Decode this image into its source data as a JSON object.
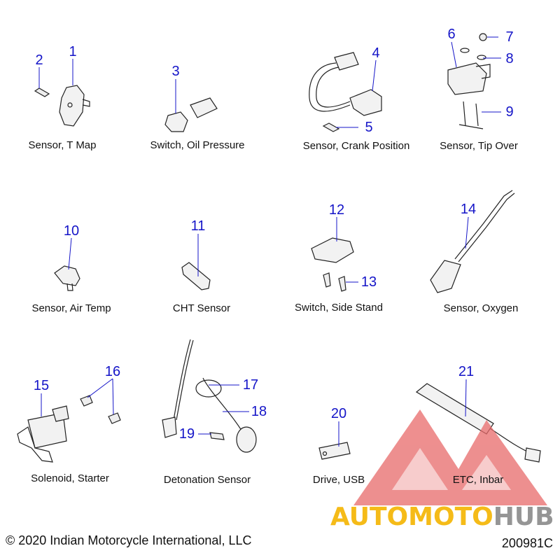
{
  "parts": [
    {
      "caption": "Sensor, T Map",
      "numbers": [
        "1",
        "2"
      ]
    },
    {
      "caption": "Switch, Oil Pressure",
      "numbers": [
        "3"
      ]
    },
    {
      "caption": "Sensor, Crank Position",
      "numbers": [
        "4",
        "5"
      ]
    },
    {
      "caption": "Sensor, Tip Over",
      "numbers": [
        "6",
        "7",
        "8",
        "9"
      ]
    },
    {
      "caption": "Sensor, Air Temp",
      "numbers": [
        "10"
      ]
    },
    {
      "caption": "CHT Sensor",
      "numbers": [
        "11"
      ]
    },
    {
      "caption": "Switch, Side Stand",
      "numbers": [
        "12",
        "13"
      ]
    },
    {
      "caption": "Sensor, Oxygen",
      "numbers": [
        "14"
      ]
    },
    {
      "caption": "Solenoid, Starter",
      "numbers": [
        "15",
        "16"
      ]
    },
    {
      "caption": "Detonation Sensor",
      "numbers": [
        "17",
        "18",
        "19"
      ]
    },
    {
      "caption": "Drive, USB",
      "numbers": [
        "20"
      ]
    },
    {
      "caption": "ETC, Inbar",
      "numbers": [
        "21"
      ]
    }
  ],
  "footer": {
    "copyright": "© 2020 Indian Motorcycle International, LLC",
    "diagram_code": "200981C"
  },
  "watermark": {
    "text_a": "AUTOMOTO",
    "text_b": "HUB",
    "colors": {
      "triangle": "#e03a3a",
      "text_a": "#f4b400",
      "text_b": "#8a8a8a"
    }
  },
  "colors": {
    "callout_number": "#1515c8",
    "line_art": "#222222"
  }
}
